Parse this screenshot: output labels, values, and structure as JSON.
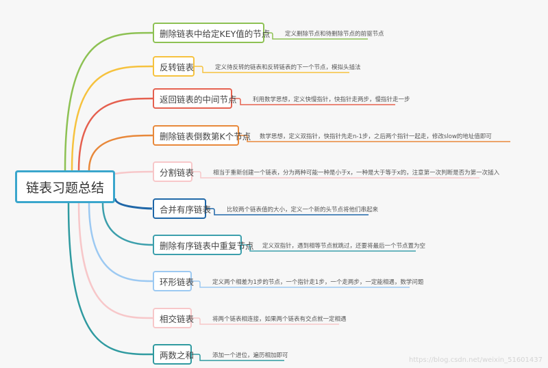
{
  "root": {
    "label": "链表习题总结",
    "color": "#3aa6cc"
  },
  "branches": [
    {
      "label": "删除链表中给定KEY值的节点",
      "note": "定义删除节点和待删除节点的前驱节点",
      "color": "#8dc153"
    },
    {
      "label": "反转链表",
      "note": "定义待反转的链表和反转链表的下一个节点，模拟头插法",
      "color": "#f6c23e"
    },
    {
      "label": "返回链表的中间节点",
      "note": "利用数学思想，定义快慢指针，快指针走两步，慢指针走一步",
      "color": "#e5604f"
    },
    {
      "label": "删除链表倒数第K个节点",
      "note": "数学思想，定义双指针，快指针先走n-1步，之后两个指针一起走，修改slow的地址值即可",
      "color": "#e8883a"
    },
    {
      "label": "分割链表",
      "note": "相当于重新创建一个链表，分为两种可能一种是小于x，一种是大于等于x的，注意第一次判断是否为第一次插入",
      "color": "#f7c7c9"
    },
    {
      "label": "合并有序链表",
      "note": "比较两个链表值的大小，定义一个新的头节点将他们串起来",
      "color": "#1f67a8"
    },
    {
      "label": "删除有序链表中重复节点",
      "note": "定义双指针，遇到相等节点就跳过，还要将最后一个节点置为空",
      "color": "#3c9fac"
    },
    {
      "label": "环形链表",
      "note": "定义两个相差为1步的节点，一个指针走1步，一个走两步，一定能相遇，数学问题",
      "color": "#9cc9f2"
    },
    {
      "label": "相交链表",
      "note": "将两个链表相连接，如果两个链表有交点就一定相遇",
      "color": "#f7c7c9"
    },
    {
      "label": "两数之和",
      "note": "添加一个进位，遍历相加即可",
      "color": "#2f9aa0"
    }
  ],
  "watermark": "https://blog.csdn.net/weixin_51601437"
}
